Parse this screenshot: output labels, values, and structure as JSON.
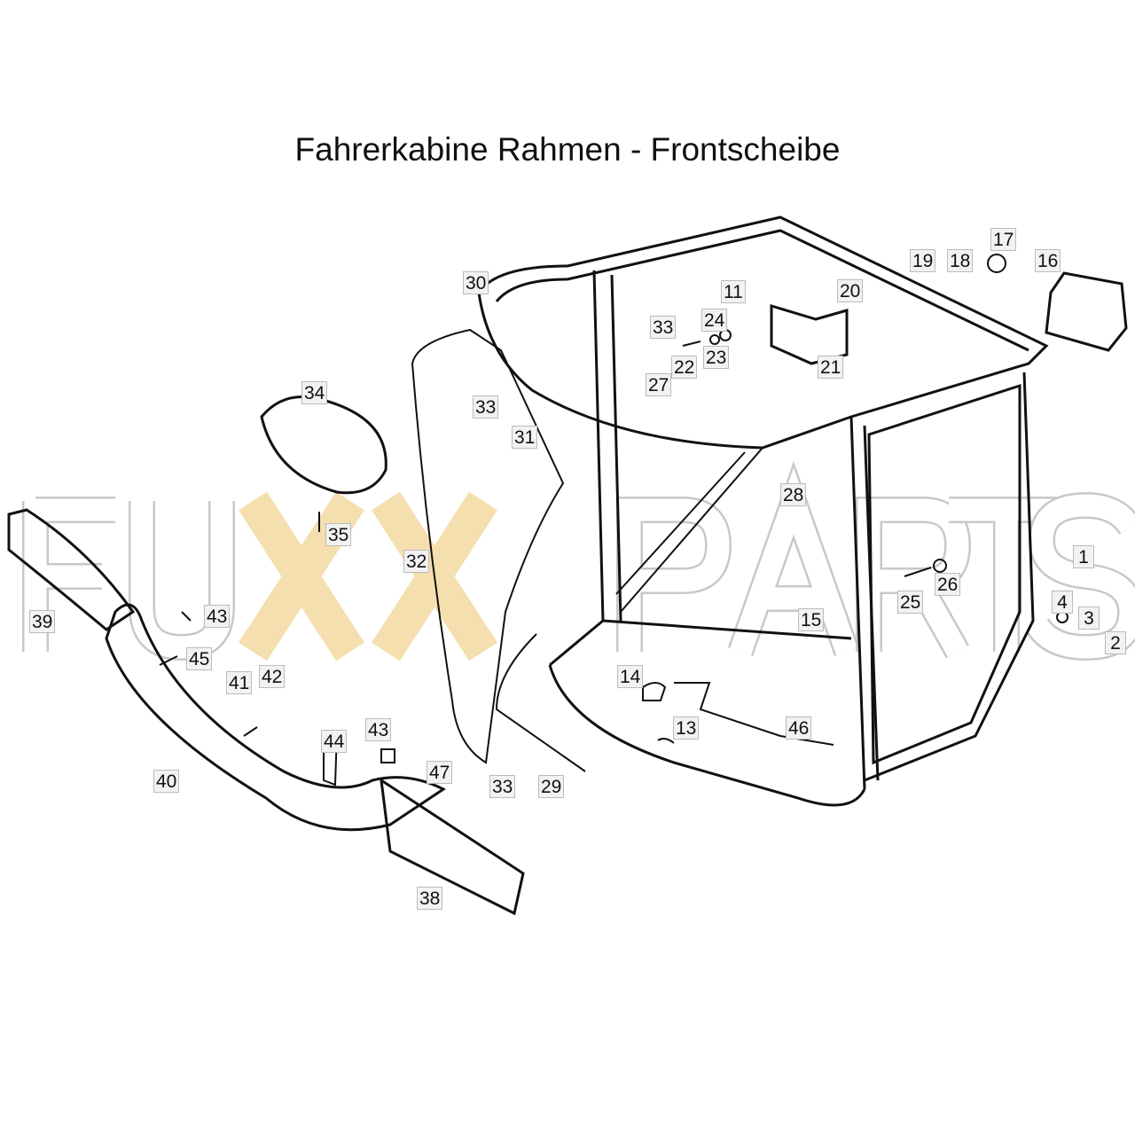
{
  "title": "Fahrerkabine Rahmen - Frontscheibe",
  "watermark": "FUXXPARTS",
  "colors": {
    "watermark_outline": "#c8c8c8",
    "watermark_accent": "#f5d9a0",
    "line": "#111111",
    "label_bg": "#f2f2f2"
  },
  "part_labels": [
    "30",
    "34",
    "33",
    "31",
    "32",
    "35",
    "39",
    "43",
    "45",
    "41",
    "42",
    "40",
    "44",
    "43",
    "47",
    "38",
    "33",
    "29",
    "14",
    "13",
    "46",
    "15",
    "28",
    "25",
    "26",
    "1",
    "4",
    "3",
    "2",
    "27",
    "22",
    "23",
    "24",
    "11",
    "21",
    "20",
    "19",
    "18",
    "17",
    "16",
    "33"
  ]
}
